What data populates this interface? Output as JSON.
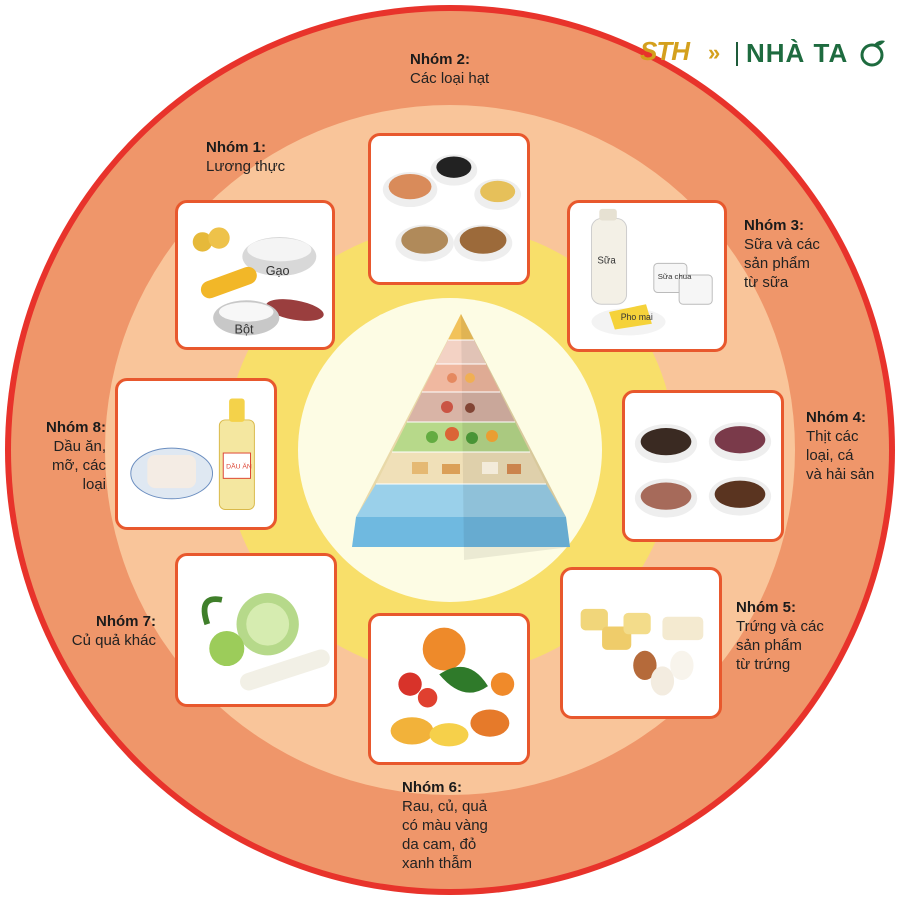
{
  "logo": {
    "sth": "STH",
    "chevrons": "»",
    "brand": "NHÀ TA",
    "leaf_icon": "apple-leaf-icon"
  },
  "groups": [
    {
      "title": "Nhóm 1:",
      "desc": "Lương thực",
      "image_labels": [
        "Gạo",
        "Bột"
      ]
    },
    {
      "title": "Nhóm 2:",
      "desc": "Các loại hạt"
    },
    {
      "title": "Nhóm 3:",
      "desc": "Sữa và các\nsản phẩm\ntừ sữa",
      "image_labels": [
        "Sữa",
        "Sữa chua",
        "Pho mai"
      ]
    },
    {
      "title": "Nhóm 4:",
      "desc": "Thịt các\nloại, cá\nvà hải sản"
    },
    {
      "title": "Nhóm 5:",
      "desc": "Trứng và các\nsản phẩm\ntừ trứng"
    },
    {
      "title": "Nhóm 6:",
      "desc": "Rau, củ, quả\ncó màu vàng\nda cam, đỏ\nxanh thẫm"
    },
    {
      "title": "Nhóm 7:",
      "desc": "Củ quả khác"
    },
    {
      "title": "Nhóm 8:",
      "desc": "Dầu ăn,\nmỡ, các loại",
      "image_labels": [
        "DẦU ĂN"
      ]
    }
  ],
  "colors": {
    "ring_border": "#e8332b",
    "ring_outer": "#ef966a",
    "ring_mid": "#f9c59a",
    "ring_yellow": "#f8df6a",
    "center": "#fdfce4",
    "card_border": "#e8582d",
    "logo_gold": "#d4a01d",
    "logo_green": "#1e6b3f"
  }
}
